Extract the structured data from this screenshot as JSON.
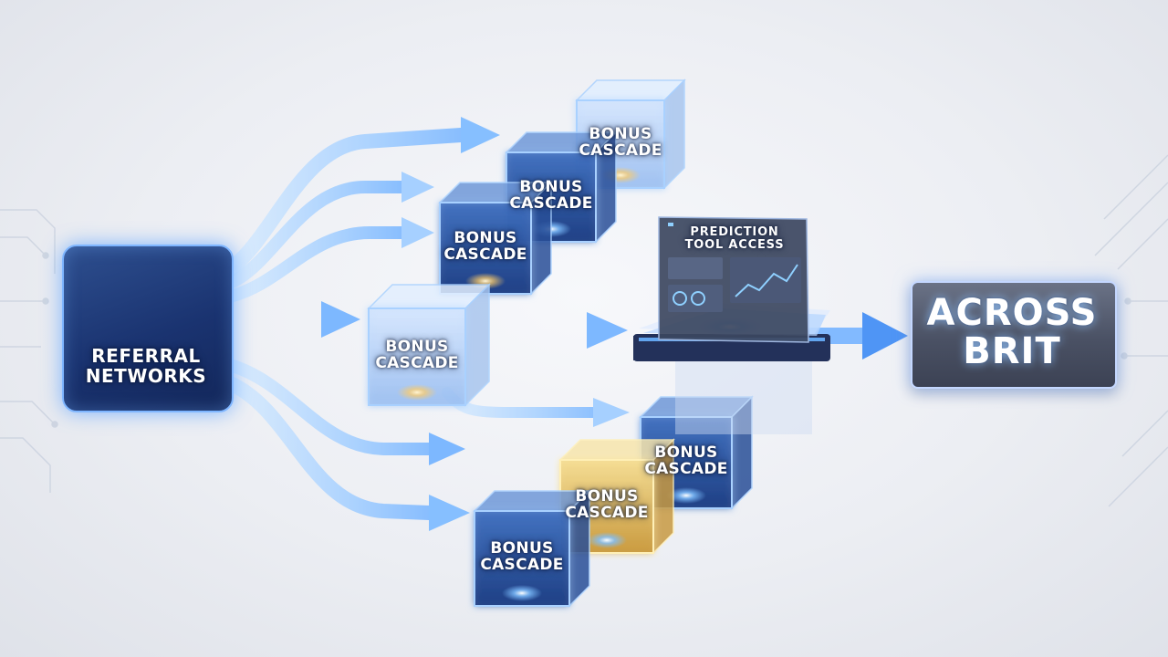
{
  "source": {
    "label": "Referral Networks",
    "label_lines": [
      "REFERRAL",
      "NETWORKS"
    ],
    "icon": "people-network-icon"
  },
  "cubes": [
    {
      "id": "cube-1",
      "label_lines": [
        "BONUS",
        "CASCADE"
      ],
      "color": "blue"
    },
    {
      "id": "cube-2",
      "label_lines": [
        "BONUS",
        "CASCADE"
      ],
      "color": "blue"
    },
    {
      "id": "cube-3",
      "label_lines": [
        "BONUS",
        "CASCADE"
      ],
      "color": "blue"
    },
    {
      "id": "cube-4",
      "label_lines": [
        "BONUS",
        "CASCADE"
      ],
      "color": "blue"
    },
    {
      "id": "cube-5",
      "label_lines": [
        "BONUS",
        "CASCADE"
      ],
      "color": "blue"
    },
    {
      "id": "cube-6",
      "label_lines": [
        "BONUS",
        "CASCADE"
      ],
      "color": "gold"
    },
    {
      "id": "cube-7",
      "label_lines": [
        "BONUS",
        "CASCADE"
      ],
      "color": "blue"
    }
  ],
  "prediction": {
    "label_lines": [
      "PREDICTION",
      "TOOL ACCESS"
    ],
    "icon": "dashboard-screen-icon"
  },
  "target": {
    "label_lines": [
      "ACROSS",
      "BRIT"
    ]
  },
  "colors": {
    "arrow": "#8fc4ff",
    "arrow_glow": "#cfe6ff",
    "cube_blue": "#2d5aa8",
    "cube_gold": "#e6c36a",
    "source_bg": "#1a3370",
    "target_bg": "#4a5164"
  }
}
